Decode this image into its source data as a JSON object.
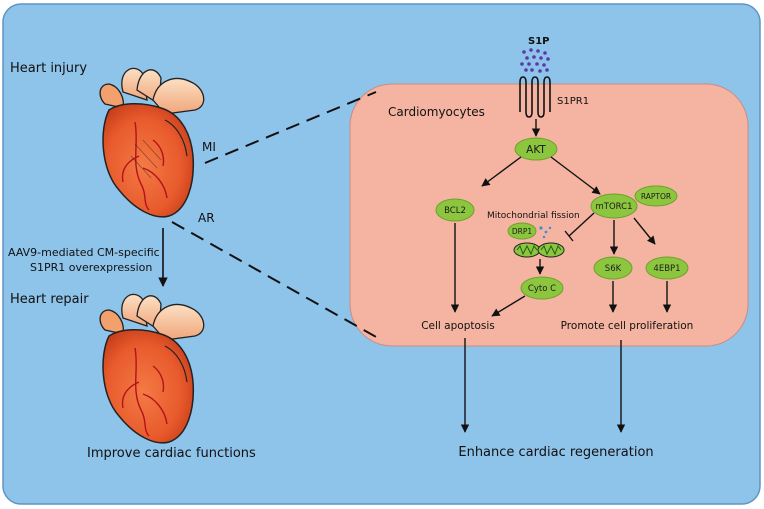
{
  "labels": {
    "heart_injury": "Heart injury",
    "mi": "MI",
    "ar": "AR",
    "aav9_line1": "AAV9-mediated CM-specific",
    "aav9_line2": "S1PR1 overexpression",
    "heart_repair": "Heart repair",
    "improve": "Improve cardiac functions",
    "s1p": "S1P",
    "s1pr1": "S1PR1",
    "cardiomyocytes": "Cardiomyocytes",
    "mito_fission": "Mitochondrial fission",
    "cell_apoptosis": "Cell apoptosis",
    "promote": "Promote cell proliferation",
    "enhance": "Enhance cardiac regeneration"
  },
  "nodes": {
    "akt": "AKT",
    "bcl2": "BCL2",
    "mtorc1": "mTORC1",
    "raptor": "RAPTOR",
    "drp1": "DRP1",
    "cytoc": "Cyto C",
    "s6k": "S6K",
    "4ebp1": "4EBP1"
  },
  "colors": {
    "background": "#8ec3ea",
    "cell_fill": "#f5b4a2",
    "node_fill": "#8cc63f",
    "heart_fill": "#ee6e3c",
    "s1p_dots": "#5a3aa8"
  }
}
